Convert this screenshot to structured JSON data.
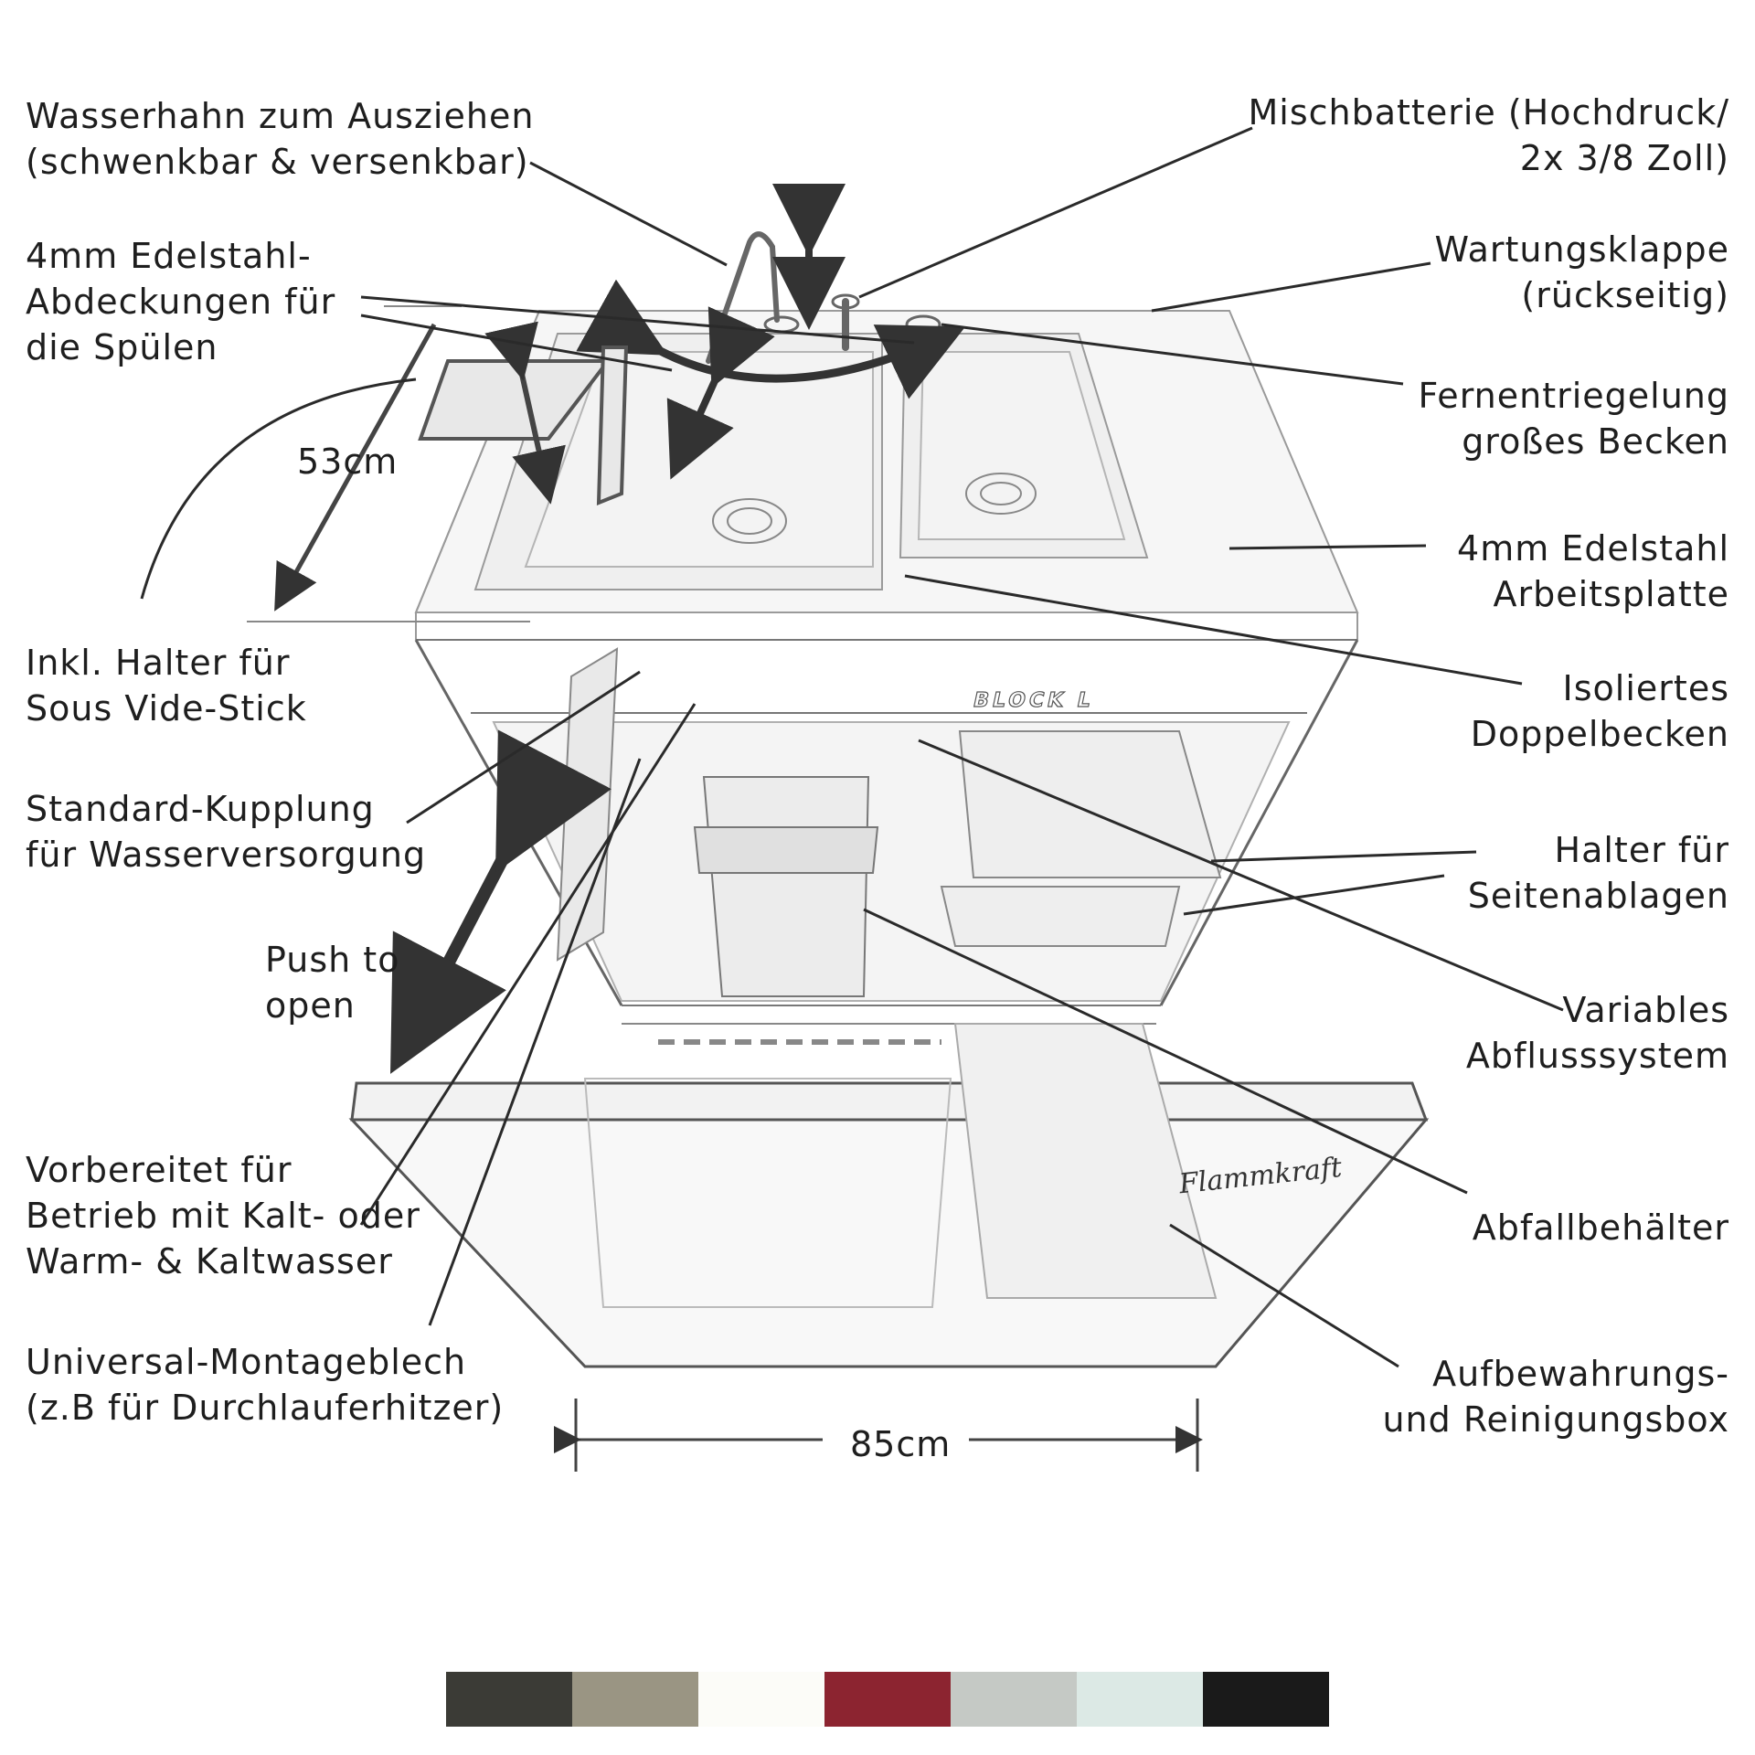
{
  "labels": {
    "faucet": [
      "Wasserhahn zum Ausziehen",
      "(schwenkbar & versenkbar)"
    ],
    "covers": [
      "4mm Edelstahl-",
      "Abdeckungen für",
      "die Spülen"
    ],
    "depth": "53cm",
    "sous_vide": [
      "Inkl. Halter für",
      "Sous Vide-Stick"
    ],
    "coupling": [
      "Standard-Kupplung",
      "für Wasserversorgung"
    ],
    "push": [
      "Push to",
      "open"
    ],
    "prepared": [
      "Vorbereitet für",
      "Betrieb mit Kalt- oder",
      "Warm- & Kaltwasser"
    ],
    "mounting": [
      "Universal-Montageblech",
      "(z.B für Durchlauferhitzer)"
    ],
    "mixer": [
      "Mischbatterie (Hochdruck/",
      "2x 3/8 Zoll)"
    ],
    "service": [
      "Wartungsklappe",
      "(rückseitig)"
    ],
    "remote": [
      "Fernentriegelung",
      "großes Becken"
    ],
    "worktop": [
      "4mm Edelstahl",
      "Arbeitsplatte"
    ],
    "double_sink": [
      "Isoliertes",
      "Doppelbecken"
    ],
    "side_holder": [
      "Halter für",
      "Seitenablagen"
    ],
    "drain": [
      "Variables",
      "Abflusssystem"
    ],
    "waste": "Abfallbehälter",
    "storage": [
      "Aufbewahrungs-",
      "und Reinigungsbox"
    ],
    "width": "85cm"
  },
  "branding": {
    "model_badge": "BLOCK L",
    "signature": "Flammkraft"
  },
  "color_options": [
    "#3b3b36",
    "#9a9583",
    "#fcfcf8",
    "#8c2430",
    "#c5c9c5",
    "#dce9e5",
    "#1a1a1a"
  ],
  "icons": [
    "swivel-arrow-icon",
    "vertical-arrow-icon",
    "push-arrow-icon",
    "dimension-arrow-icon"
  ]
}
